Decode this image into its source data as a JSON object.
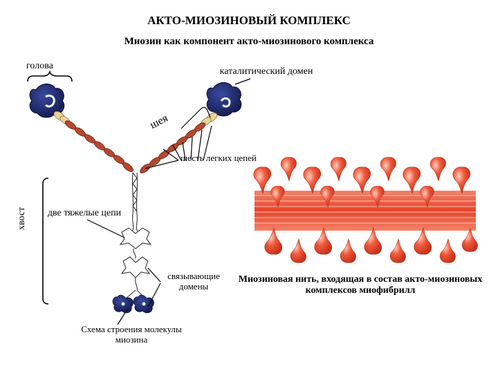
{
  "title": "АКТО-МИОЗИНОВЫЙ КОМПЛЕКС",
  "subtitle": "Миозин как компонент акто-миозинового комплекса",
  "labels": {
    "head": "голова",
    "catalytic_domain": "каталитический домен",
    "neck": "шея",
    "six_light_chains": "шесть легких цепей",
    "tail": "хвост",
    "two_heavy_chains": "две тяжелые цепи",
    "binding_domains": "связывающие домены",
    "myosin_filament": "Миозиновая нить, входящая в состав акто-миозиновых комплексов миофибрилл",
    "scheme_caption": "Схема строения молекулы миозина"
  },
  "colors": {
    "head_fill": "#1f2a6e",
    "light_chain_fill": "#b4482f",
    "neck_joint_fill": "#e8d39a",
    "filament_red": "#e8432a",
    "filament_light": "#f7a08a"
  }
}
